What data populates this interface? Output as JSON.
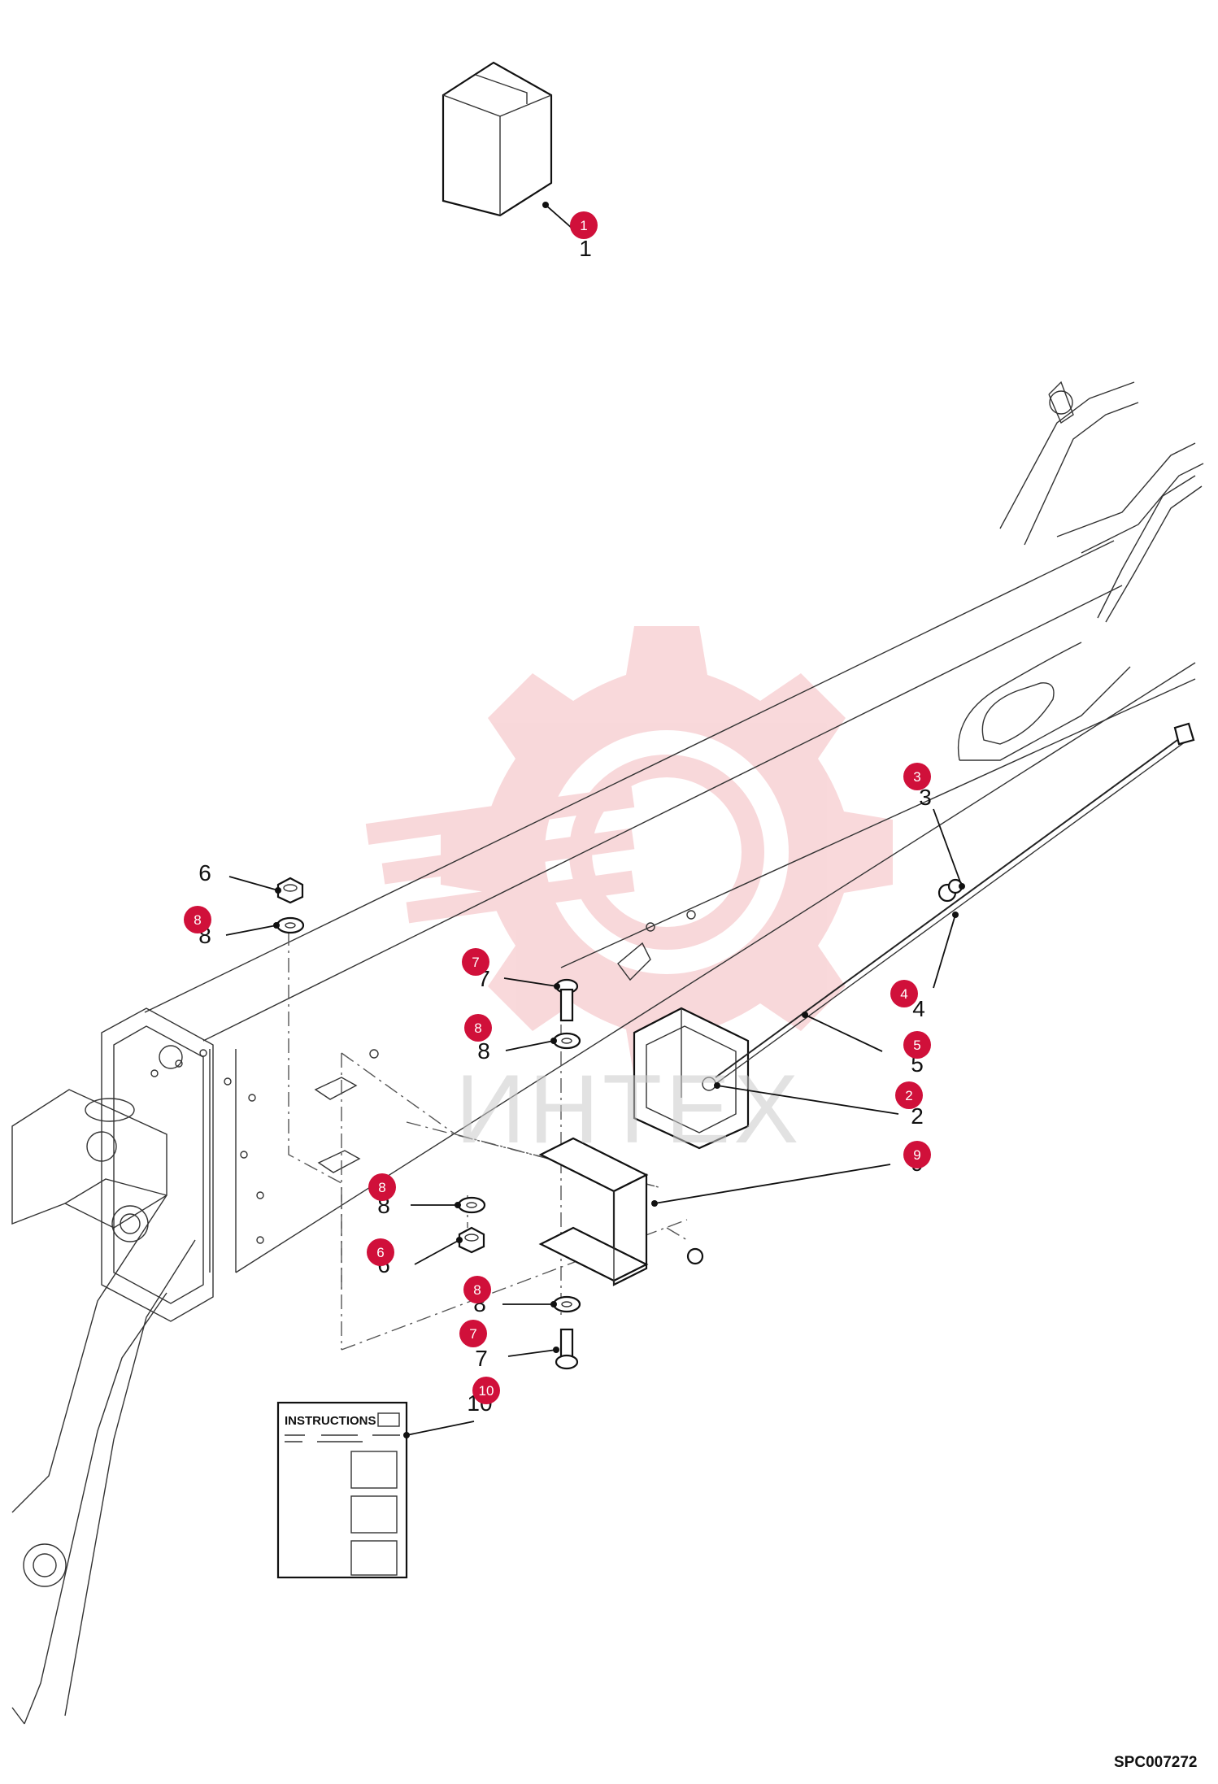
{
  "drawing_code": "SPC007272",
  "watermark": "ИНТЕХ",
  "instructions_label": "INSTRUCTIONS",
  "colors": {
    "badge": "#d0103a",
    "watermark_gear": "#f4b9bd",
    "line": "#222222"
  },
  "parts": [
    {
      "id": "p1",
      "number": "1",
      "badge": "1"
    },
    {
      "id": "p3",
      "number": "3",
      "badge": "3"
    },
    {
      "id": "p6a",
      "number": "6",
      "badge": ""
    },
    {
      "id": "p8a",
      "number": "8",
      "badge": "8"
    },
    {
      "id": "p7a",
      "number": "7",
      "badge": "7"
    },
    {
      "id": "p8b",
      "number": "8",
      "badge": "8"
    },
    {
      "id": "p4",
      "number": "4",
      "badge": "4"
    },
    {
      "id": "p5",
      "number": "5",
      "badge": "5"
    },
    {
      "id": "p2",
      "number": "2",
      "badge": "2"
    },
    {
      "id": "p9",
      "number": "9",
      "badge": "9"
    },
    {
      "id": "p8c",
      "number": "8",
      "badge": "8"
    },
    {
      "id": "p6b",
      "number": "6",
      "badge": "6"
    },
    {
      "id": "p8d",
      "number": "8",
      "badge": "8"
    },
    {
      "id": "p7b",
      "number": "7",
      "badge": "7"
    },
    {
      "id": "p10",
      "number": "10",
      "badge": "10"
    }
  ]
}
